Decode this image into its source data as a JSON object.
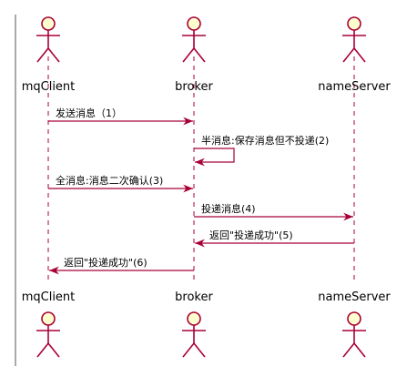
{
  "colors": {
    "lifeline": "#A80036",
    "arrow": "#A80036",
    "actor_fill": "#FEFECE",
    "actor_stroke": "#A80036",
    "frame": "#555555",
    "text": "#000000"
  },
  "participants": [
    {
      "id": "mqClient",
      "label": "mqClient"
    },
    {
      "id": "broker",
      "label": "broker"
    },
    {
      "id": "nameServer",
      "label": "nameServer"
    }
  ],
  "messages": [
    {
      "from": "mqClient",
      "to": "broker",
      "label": "发送消息（1）"
    },
    {
      "from": "broker",
      "to": "broker",
      "label": "半消息:保存消息但不投递(2)"
    },
    {
      "from": "mqClient",
      "to": "broker",
      "label": "全消息:消息二次确认(3)"
    },
    {
      "from": "broker",
      "to": "nameServer",
      "label": "投递消息(4)"
    },
    {
      "from": "nameServer",
      "to": "broker",
      "label": "返回\"投递成功\"(5)"
    },
    {
      "from": "broker",
      "to": "mqClient",
      "label": "返回\"投递成功\"(6)"
    }
  ]
}
